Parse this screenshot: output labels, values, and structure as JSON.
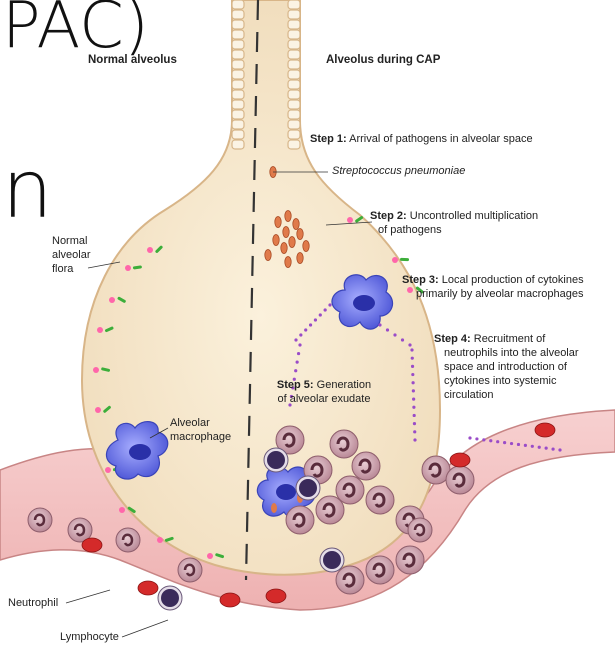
{
  "slide_fragments": {
    "title_fragment": "PAC)",
    "left_fragment": "n"
  },
  "headers": {
    "left": "Normal alveolus",
    "right": "Alveolus during CAP"
  },
  "steps": [
    {
      "bold": "Step 1:",
      "text": " Arrival of pathogens in alveolar space"
    },
    {
      "bold": "Step 2:",
      "text": " Uncontrolled multiplication",
      "text2": "of pathogens"
    },
    {
      "bold": "Step 3:",
      "text": " Local production of cytokines",
      "text2": "primarily by alveolar macrophages"
    },
    {
      "bold": "Step 4:",
      "text": " Recruitment of",
      "text2": "neutrophils into the alveolar",
      "text3": "space and introduction of",
      "text4": "cytokines into systemic",
      "text5": "circulation"
    },
    {
      "bold": "Step 5:",
      "text": " Generation",
      "text2": "of alveolar exudate"
    }
  ],
  "labels": {
    "pathogen": "Streptococcus pneumoniae",
    "flora_1": "Normal",
    "flora_2": "alveolar",
    "flora_3": "flora",
    "macrophage_1": "Alveolar",
    "macrophage_2": "macrophage",
    "neutrophil": "Neutrophil",
    "lymphocyte": "Lymphocyte"
  },
  "colors": {
    "alveolus_fill": "#f6e8cf",
    "alveolus_wall": "#e8c9a0",
    "capillary": "#f3c3c3",
    "macrophage": "#5b63e0",
    "neutrophil": "#c99aa8",
    "lymphocyte": "#3a2a5a",
    "rbc": "#d42a2a",
    "bacteria": "#e07a4a",
    "flora_pink": "#ff66aa",
    "flora_green": "#3cae3a",
    "cytokine_dots": "#9a4cc8"
  }
}
